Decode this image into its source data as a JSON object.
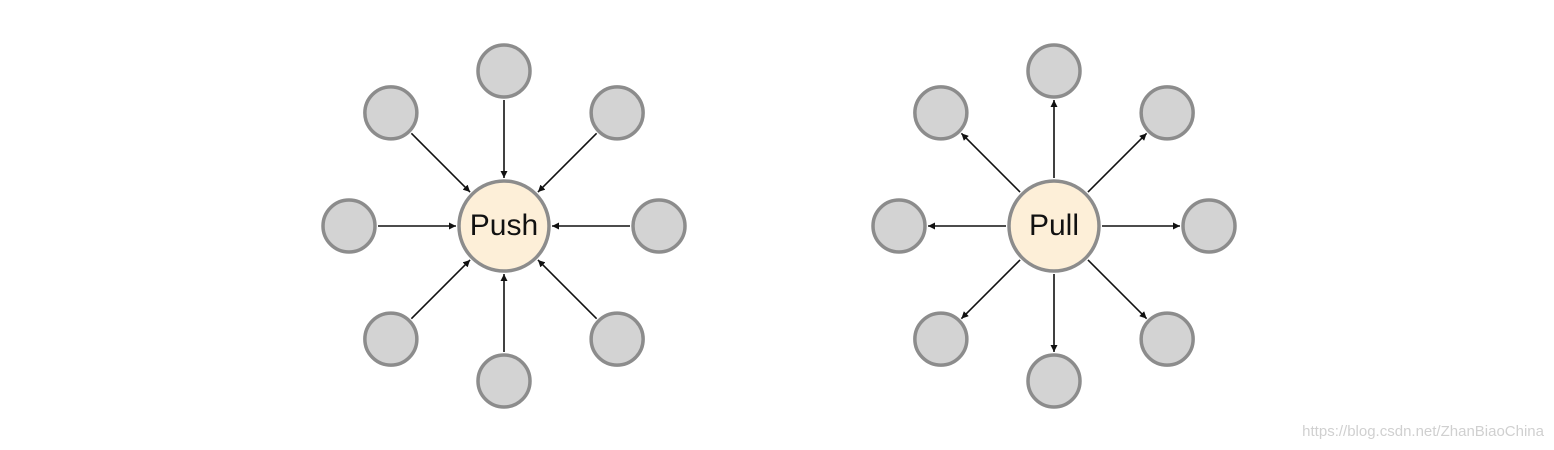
{
  "hubs": [
    {
      "id": "push",
      "label": "Push",
      "direction": "inward",
      "satellites": 8
    },
    {
      "id": "pull",
      "label": "Pull",
      "direction": "outward",
      "satellites": 8
    }
  ],
  "colors": {
    "satellite_fill": "#d3d3d3",
    "hub_fill": "#fdefd8",
    "outline": "#8c8c8c",
    "arrow": "#111111"
  },
  "watermark": "https://blog.csdn.net/ZhanBiaoChina"
}
